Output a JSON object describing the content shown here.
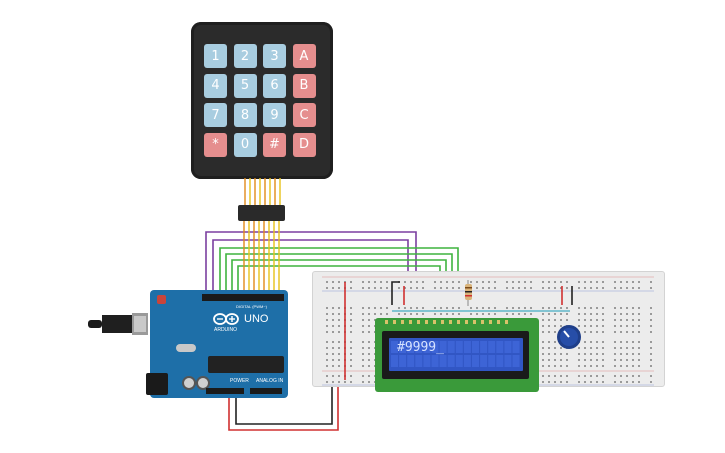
{
  "keypad": {
    "rows": [
      [
        {
          "label": "1",
          "type": "num"
        },
        {
          "label": "2",
          "type": "num"
        },
        {
          "label": "3",
          "type": "num"
        },
        {
          "label": "A",
          "type": "letter"
        }
      ],
      [
        {
          "label": "4",
          "type": "num"
        },
        {
          "label": "5",
          "type": "num"
        },
        {
          "label": "6",
          "type": "num"
        },
        {
          "label": "B",
          "type": "letter"
        }
      ],
      [
        {
          "label": "7",
          "type": "num"
        },
        {
          "label": "8",
          "type": "num"
        },
        {
          "label": "9",
          "type": "num"
        },
        {
          "label": "C",
          "type": "letter"
        }
      ],
      [
        {
          "label": "*",
          "type": "sym"
        },
        {
          "label": "0",
          "type": "num"
        },
        {
          "label": "#",
          "type": "sym"
        },
        {
          "label": "D",
          "type": "letter"
        }
      ]
    ]
  },
  "arduino": {
    "model": "UNO",
    "brand": "ARDUINO",
    "digital_label": "DIGITAL (PWM~)",
    "power_label": "POWER",
    "analog_label": "ANALOG IN"
  },
  "lcd": {
    "text": "#9999_"
  },
  "colors": {
    "wire_purple": "#7b3fa0",
    "wire_green": "#3fb43f",
    "wire_yellow": "#e6c21a",
    "wire_orange": "#e08a1a",
    "wire_red": "#d03030",
    "wire_black": "#222222",
    "wire_teal": "#5fb7c9",
    "arduino_blue": "#1e6fa8",
    "lcd_green": "#3a9a3a",
    "lcd_screen": "#3156c4"
  }
}
